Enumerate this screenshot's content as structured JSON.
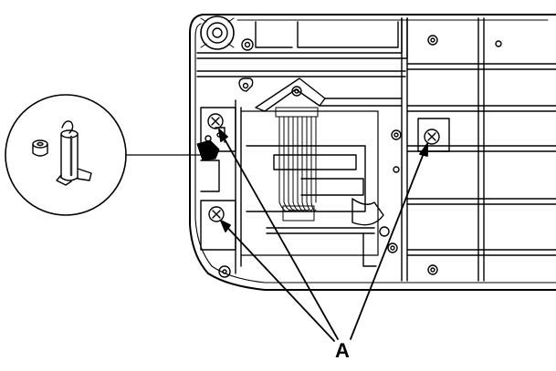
{
  "callout": {
    "label": "A"
  },
  "colors": {
    "ink": "#000000",
    "paper": "#ffffff",
    "shade": "#e8e8e8"
  },
  "parts": {
    "inset_detail": "pivot-pin-and-cap",
    "fasteners": [
      "screw-top-left",
      "screw-bottom-left",
      "screw-right"
    ],
    "cable": "ribbon-cable"
  }
}
